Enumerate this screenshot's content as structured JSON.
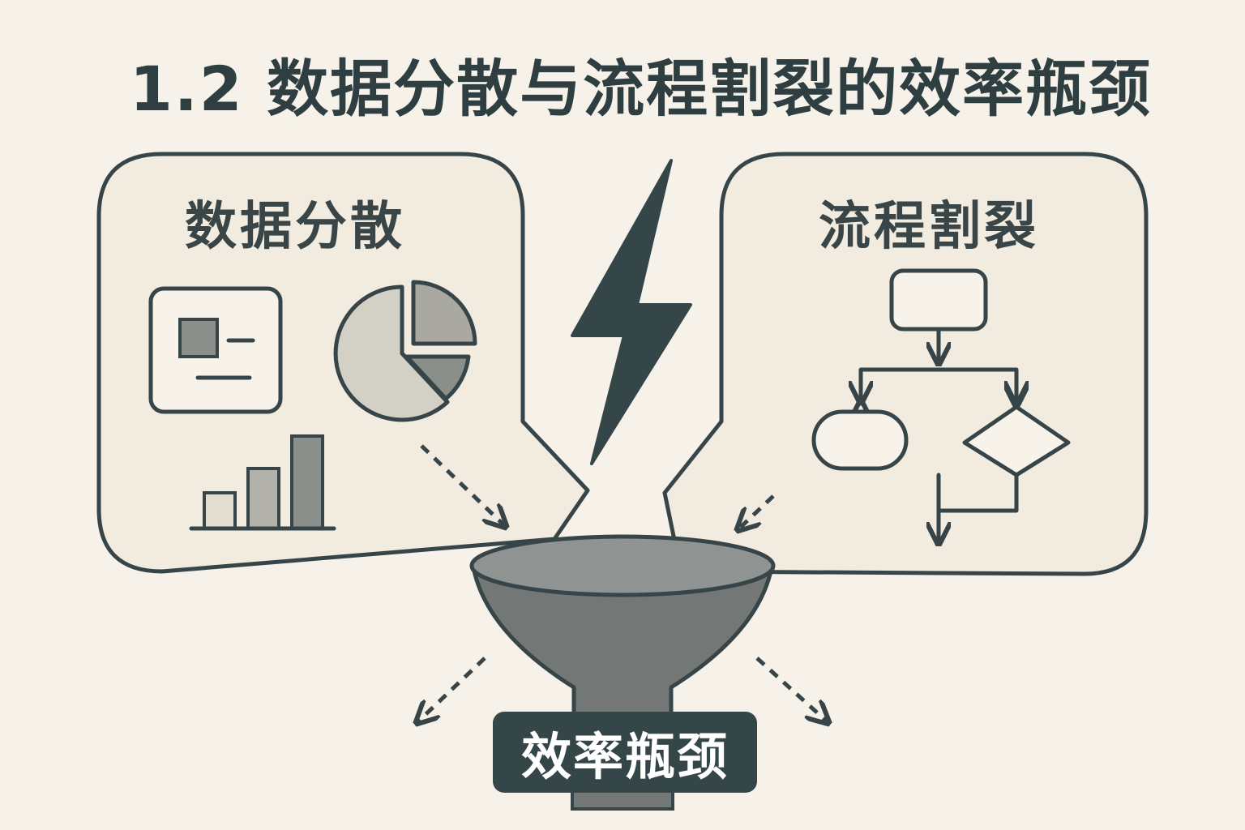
{
  "title": "1.2 数据分散与流程割裂的效率瓶颈",
  "panels": {
    "left": {
      "label": "数据分散",
      "icons": [
        "document-icon",
        "pie-chart-icon",
        "bar-chart-icon"
      ]
    },
    "right": {
      "label": "流程割裂",
      "icons": [
        "flowchart-icon"
      ]
    }
  },
  "center": {
    "icon": "lightning-icon"
  },
  "bottleneck": {
    "icon": "funnel-icon",
    "label": "效率瓶颈"
  },
  "colors": {
    "background": "#f6f2ea",
    "panel_fill": "#f2ebdf",
    "stroke": "#374548",
    "accent_gray": "#8a8f8c",
    "light_gray": "#cfccc2",
    "funnel": "#737877",
    "badge": "#354648"
  }
}
